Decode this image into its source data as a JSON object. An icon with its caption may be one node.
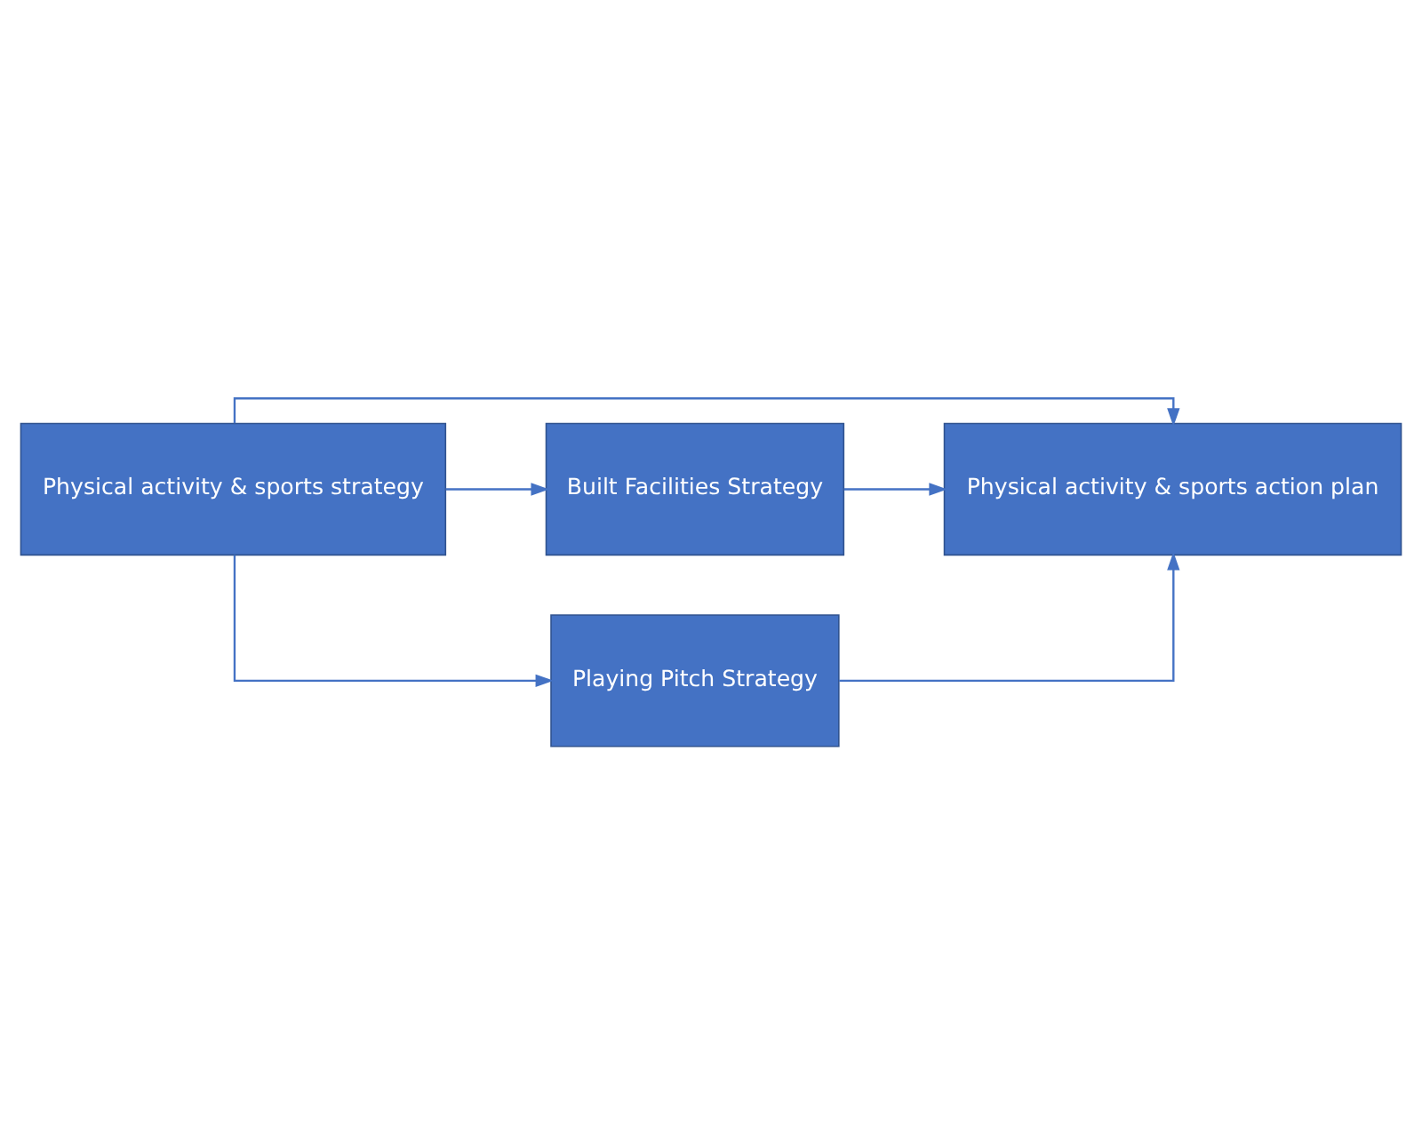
{
  "diagram": {
    "nodes": [
      {
        "text": [
          "Physical activity & sports strategy"
        ]
      },
      {
        "text": [
          "Physical activity & sports action plan"
        ]
      },
      {
        "text": [
          "Built Facilities Strategy"
        ]
      },
      {
        "text": [
          "Playing Pitch Strategy"
        ]
      }
    ],
    "edges": [
      {
        "from": 0,
        "to": 1,
        "arrow": "to"
      },
      {
        "from": 0,
        "to": 2,
        "arrow": "to"
      },
      {
        "from": 0,
        "to": 3,
        "arrow": "to"
      },
      {
        "from": 2,
        "to": 1,
        "arrow": "to"
      },
      {
        "from": 3,
        "to": 1,
        "arrow": "to"
      }
    ]
  }
}
